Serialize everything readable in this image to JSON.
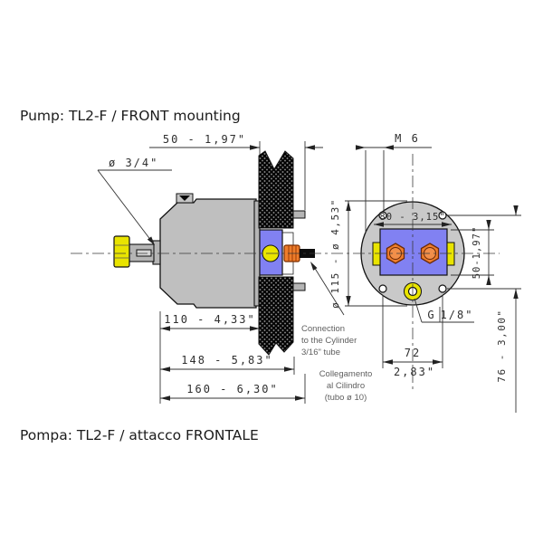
{
  "page": {
    "title_top": "Pump: TL2-F / FRONT mounting",
    "title_bottom": "Pompa: TL2-F / attacco FRONTALE"
  },
  "colors": {
    "body_gray": "#bfbfbf",
    "flange_gray": "#c9c9c9",
    "port_blue": "#8181f2",
    "brass_yellow": "#e9e400",
    "fitting_orange": "#ee7d2b",
    "tube_black": "#0d0d0d"
  },
  "side_view": {
    "labels": {
      "shaft_dia": "ø 3/4\"",
      "dim_50": "50 - 1,97\"",
      "dim_110": "110 - 4,33\"",
      "dim_148": "148 - 5,83\"",
      "dim_160": "160 - 6,30\""
    },
    "note_en": {
      "l1": "Connection",
      "l2": "to the Cylinder",
      "l3": "3/16\" tube"
    },
    "note_it": {
      "l1": "Collegamento",
      "l2": "al Cilindro",
      "l3": "(tubo ø 10)"
    }
  },
  "front_view": {
    "labels": {
      "thread": "M 6",
      "dim_80": "80 - 3,15\"",
      "dia_115": "ø 115 - ø 4,53\"",
      "dim_50v": "50-1,97\"",
      "dim_76": "76 - 3,00\"",
      "dim_72_mm": "72",
      "dim_72_in": "2,83\"",
      "port_g": "G",
      "port_size": "1/8\""
    }
  }
}
